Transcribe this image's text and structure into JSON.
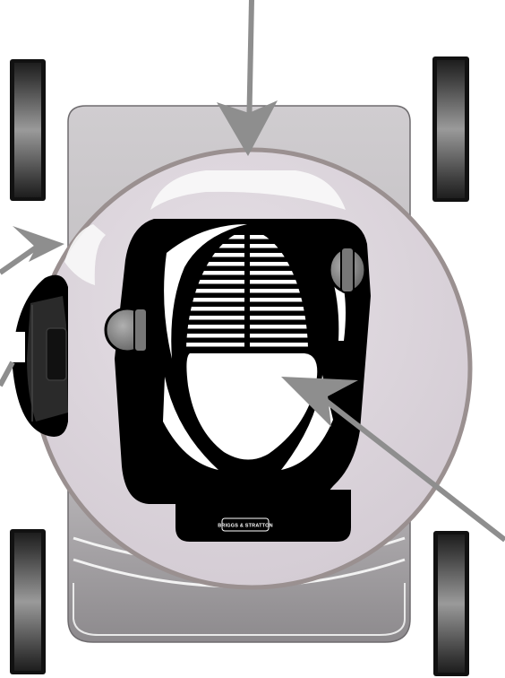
{
  "diagram": {
    "subject": "lawn mower top view",
    "engine_brand": "BRIGGS & STRATTON",
    "colors": {
      "deck": "#c6c3c6",
      "deck_dark": "#8d8a8d",
      "shroud": "#ddd6dd",
      "shroud_rim": "#9a9090",
      "engine": "#000000",
      "knob": "#8a8a8a",
      "callout_arrow": "#8e8e8e",
      "wheel_dark": "#1e1e1e",
      "wheel_light": "#9a9a9a"
    },
    "callouts": [
      {
        "name": "top-callout-arrow",
        "target": "shroud"
      },
      {
        "name": "left-upper-callout-arrow",
        "target": "shroud"
      },
      {
        "name": "left-lower-callout-arrow",
        "target": "side discharge"
      },
      {
        "name": "right-callout-arrow",
        "target": "engine opening"
      }
    ]
  }
}
